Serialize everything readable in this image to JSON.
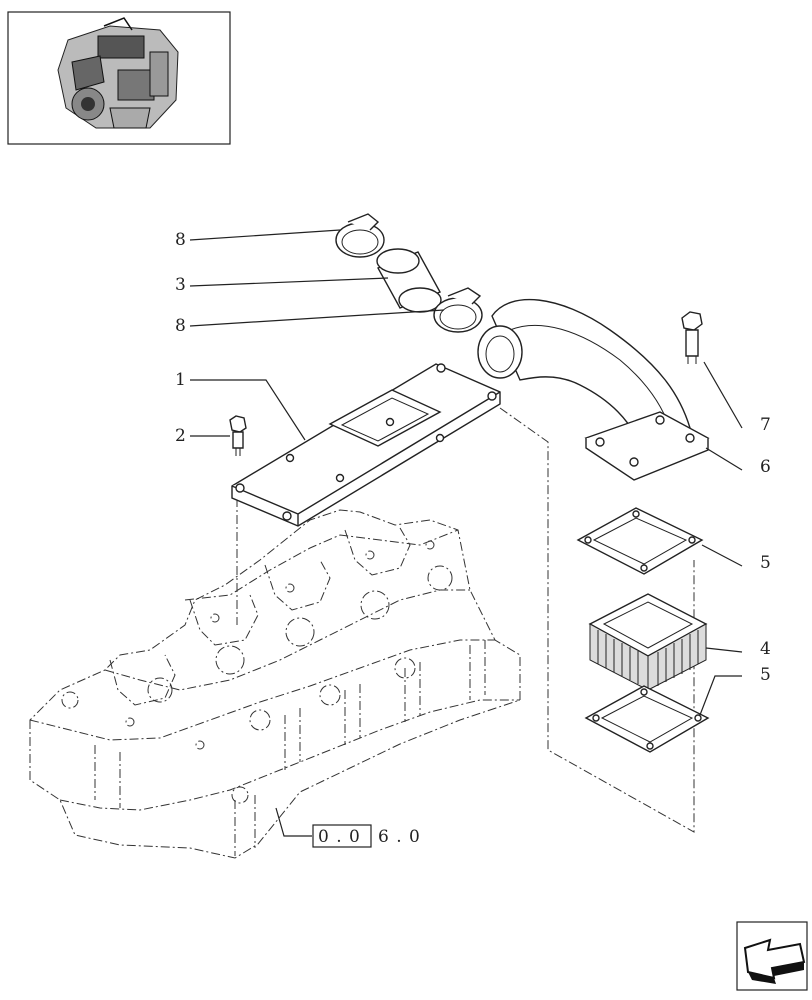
{
  "callouts": [
    {
      "id": "c8a",
      "label": "8"
    },
    {
      "id": "c3",
      "label": "3"
    },
    {
      "id": "c8b",
      "label": "8"
    },
    {
      "id": "c1",
      "label": "1"
    },
    {
      "id": "c2",
      "label": "2"
    },
    {
      "id": "c7",
      "label": "7"
    },
    {
      "id": "c6",
      "label": "6"
    },
    {
      "id": "c5a",
      "label": "5"
    },
    {
      "id": "c4",
      "label": "4"
    },
    {
      "id": "c5b",
      "label": "5"
    }
  ],
  "reference": {
    "boxed": "0 . 0",
    "rest": "6 . 0"
  },
  "icons": {
    "nav": "arrow-icon",
    "thumbnail": "engine-thumbnail"
  }
}
